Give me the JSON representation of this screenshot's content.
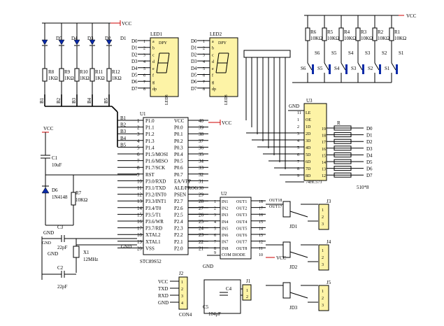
{
  "power": {
    "vcc": "VCC",
    "gnd": "GND"
  },
  "leds_top": {
    "labels": [
      "D5",
      "D4",
      "D3",
      "D2",
      "D1"
    ],
    "resistors": [
      {
        "name": "R8",
        "val": "1KΩ"
      },
      {
        "name": "R9",
        "val": "1KΩ"
      },
      {
        "name": "R10",
        "val": "1KΩ"
      },
      {
        "name": "R11",
        "val": "1KΩ"
      },
      {
        "name": "R12",
        "val": "1KΩ"
      }
    ],
    "bus": [
      "B1",
      "B2",
      "B3",
      "B4",
      "B5"
    ]
  },
  "led1": {
    "name": "LED1",
    "title": "DPY",
    "part": "LED8",
    "pins": [
      "D0",
      "D1",
      "D2",
      "D3",
      "D4",
      "D5",
      "D6",
      "D7"
    ],
    "nums": [
      "1",
      "2",
      "3",
      "4",
      "5",
      "6",
      "7",
      "8"
    ],
    "segs": [
      "a",
      "b",
      "c",
      "d",
      "e",
      "f",
      "g",
      "dp"
    ]
  },
  "led2": {
    "name": "LED2",
    "title": "DPY",
    "part": "LED8",
    "pins": [
      "D0",
      "D1",
      "D2",
      "D3",
      "D4",
      "D5",
      "D6",
      "D7"
    ],
    "nums": [
      "1",
      "2",
      "3",
      "4",
      "5",
      "6",
      "7",
      "8"
    ],
    "segs": [
      "a",
      "b",
      "c",
      "d",
      "e",
      "f",
      "g",
      "dp"
    ]
  },
  "switches": {
    "resistors": [
      {
        "name": "R6",
        "val": "10KΩ"
      },
      {
        "name": "R5",
        "val": "10KΩ"
      },
      {
        "name": "R4",
        "val": "10KΩ"
      },
      {
        "name": "R3",
        "val": "10KΩ"
      },
      {
        "name": "R2",
        "val": "10KΩ"
      },
      {
        "name": "R1",
        "val": "10KΩ"
      }
    ],
    "names": [
      "S6",
      "S5",
      "S4",
      "S3",
      "S2",
      "S1"
    ]
  },
  "u1": {
    "name": "U1",
    "part": "STC89S52",
    "left": [
      {
        "n": "1",
        "p": "P1.0"
      },
      {
        "n": "2",
        "p": "P1.1"
      },
      {
        "n": "3",
        "p": "P1.2"
      },
      {
        "n": "4",
        "p": "P1.3"
      },
      {
        "n": "5",
        "p": "P1.4"
      },
      {
        "n": "6",
        "p": "P1.5/MOSI"
      },
      {
        "n": "7",
        "p": "P1.6/MISO"
      },
      {
        "n": "8",
        "p": "P1.7/SCK"
      },
      {
        "n": "9",
        "p": "RST"
      },
      {
        "n": "10",
        "p": "P3.0/RXD"
      },
      {
        "n": "11",
        "p": "P3.1/TXD"
      },
      {
        "n": "12",
        "p": "P3.2/INT0"
      },
      {
        "n": "13",
        "p": "P3.3/INT1"
      },
      {
        "n": "14",
        "p": "P3.4/T0"
      },
      {
        "n": "15",
        "p": "P3.5/T1"
      },
      {
        "n": "16",
        "p": "P3.6/WR"
      },
      {
        "n": "17",
        "p": "P3.7/RD"
      },
      {
        "n": "18",
        "p": "XTAL2"
      },
      {
        "n": "19",
        "p": "XTAL1"
      },
      {
        "n": "20",
        "p": "VSS"
      }
    ],
    "right": [
      {
        "n": "40",
        "p": "VCC"
      },
      {
        "n": "39",
        "p": "P0.0"
      },
      {
        "n": "38",
        "p": "P0.1"
      },
      {
        "n": "37",
        "p": "P0.2"
      },
      {
        "n": "36",
        "p": "P0.3"
      },
      {
        "n": "35",
        "p": "P0.4"
      },
      {
        "n": "34",
        "p": "P0.5"
      },
      {
        "n": "33",
        "p": "P0.6"
      },
      {
        "n": "32",
        "p": "P0.7"
      },
      {
        "n": "31",
        "p": "EA/VPP"
      },
      {
        "n": "30",
        "p": "ALE/PROG"
      },
      {
        "n": "29",
        "p": "PSEN"
      },
      {
        "n": "28",
        "p": "P2.7"
      },
      {
        "n": "27",
        "p": "P2.6"
      },
      {
        "n": "26",
        "p": "P2.5"
      },
      {
        "n": "25",
        "p": "P2.4"
      },
      {
        "n": "24",
        "p": "P2.3"
      },
      {
        "n": "23",
        "p": "P2.2"
      },
      {
        "n": "22",
        "p": "P2.1"
      },
      {
        "n": "21",
        "p": "P2.0"
      }
    ],
    "bus_in": [
      "B1",
      "B2",
      "B3",
      "B4",
      "B5"
    ],
    "gnd_pin": "GND"
  },
  "u3": {
    "name": "U3",
    "part": "74HC573",
    "gnd": "GND",
    "pins_left": [
      "11",
      "1",
      "2",
      "3",
      "4",
      "5",
      "6",
      "7",
      "8",
      "9"
    ],
    "pins_right": [
      "19",
      "18",
      "17",
      "16",
      "15",
      "14",
      "13",
      "12"
    ],
    "labels": [
      "LE",
      "OE",
      "1D",
      "2D",
      "3D",
      "4D",
      "5D",
      "6D",
      "7D",
      "8D"
    ],
    "r_label": "R",
    "outs": [
      "D0",
      "D1",
      "D2",
      "D3",
      "D4",
      "D5",
      "D6",
      "D7"
    ],
    "res_note": "510*8"
  },
  "u2": {
    "name": "U2",
    "part": "COM DIODE",
    "ins": [
      "IN1",
      "IN2",
      "IN3",
      "IN4",
      "IN5",
      "IN6",
      "IN7",
      "IN8"
    ],
    "outs": [
      "OUT1",
      "OUT2",
      "OUT3",
      "OUT4",
      "OUT5",
      "OUT6",
      "OUT7",
      "OUT8"
    ],
    "inNums": [
      "1",
      "2",
      "3",
      "4",
      "5",
      "6",
      "7",
      "8"
    ],
    "outNums": [
      "18",
      "17",
      "16",
      "15",
      "14",
      "13",
      "12",
      "11"
    ],
    "left_nums": [
      "28",
      "27",
      "26",
      "25",
      "24",
      "23",
      "22",
      "21"
    ],
    "com": "9",
    "com_r": "10",
    "out18": "OUT18",
    "out17": "OUT17",
    "gnd": "GND"
  },
  "relays": [
    {
      "jd": "JD1",
      "j": "J3",
      "pins": [
        "1",
        "2",
        "3"
      ]
    },
    {
      "jd": "JD2",
      "j": "J4",
      "pins": [
        "1",
        "2",
        "3"
      ]
    },
    {
      "jd": "JD3",
      "j": "J5",
      "pins": [
        "1",
        "2",
        "3"
      ]
    }
  ],
  "reset": {
    "c1": "C1",
    "c1v": "10uF",
    "d6": "D6",
    "d6v": "1N4148",
    "r7": "R7",
    "r7v": "10KΩ"
  },
  "crystal": {
    "c3": "C3",
    "c3v": "22pF",
    "c2": "C2",
    "c2v": "22pF",
    "x1": "X1",
    "x1v": "12MHz",
    "gnd": "GND"
  },
  "conn": {
    "j2": "J2",
    "name": "CON4",
    "pins": [
      "VCC",
      "TXD",
      "RXD",
      "GND"
    ],
    "nums": [
      "1",
      "2",
      "3",
      "4"
    ]
  },
  "cap": {
    "c4": "C4",
    "c5": "C5",
    "c5v": "104pF",
    "j1": "J1",
    "j1pins": [
      "1",
      "2"
    ]
  }
}
